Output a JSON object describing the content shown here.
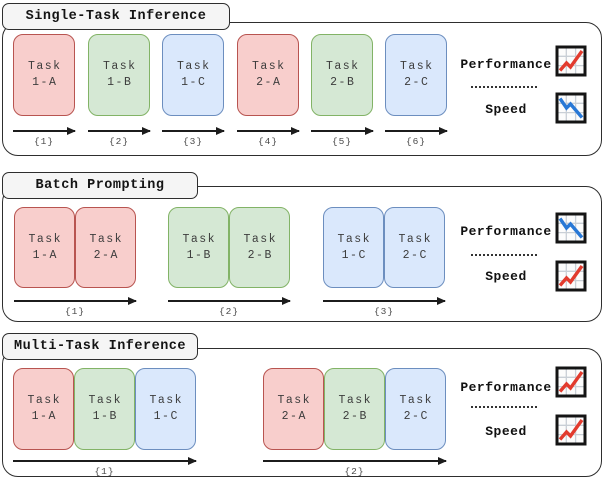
{
  "colors": {
    "red_fill": "#f8cecc",
    "red_stroke": "#b85450",
    "green_fill": "#d5e8d4",
    "green_stroke": "#82b366",
    "blue_fill": "#dae8fc",
    "blue_stroke": "#6c8ebf",
    "panel_border": "#2e2e2e",
    "title_fill": "#f5f5f5",
    "chart_red": "#e23b2e",
    "chart_blue": "#2878d6"
  },
  "panels": [
    {
      "title": "Single-Task Inference",
      "groups": [
        {
          "step": "{1}",
          "tasks": [
            {
              "line1": "Task",
              "line2": "1-A",
              "color": "red"
            }
          ]
        },
        {
          "step": "{2}",
          "tasks": [
            {
              "line1": "Task",
              "line2": "1-B",
              "color": "green"
            }
          ]
        },
        {
          "step": "{3}",
          "tasks": [
            {
              "line1": "Task",
              "line2": "1-C",
              "color": "blue"
            }
          ]
        },
        {
          "step": "{4}",
          "tasks": [
            {
              "line1": "Task",
              "line2": "2-A",
              "color": "red"
            }
          ]
        },
        {
          "step": "{5}",
          "tasks": [
            {
              "line1": "Task",
              "line2": "2-B",
              "color": "green"
            }
          ]
        },
        {
          "step": "{6}",
          "tasks": [
            {
              "line1": "Task",
              "line2": "2-C",
              "color": "blue"
            }
          ]
        }
      ],
      "metrics": {
        "performance_label": "Performance",
        "performance_icon": "chart-increasing-red",
        "speed_label": "Speed",
        "speed_icon": "chart-decreasing-blue"
      }
    },
    {
      "title": "Batch Prompting",
      "groups": [
        {
          "step": "{1}",
          "tasks": [
            {
              "line1": "Task",
              "line2": "1-A",
              "color": "red"
            },
            {
              "line1": "Task",
              "line2": "2-A",
              "color": "red"
            }
          ]
        },
        {
          "step": "{2}",
          "tasks": [
            {
              "line1": "Task",
              "line2": "1-B",
              "color": "green"
            },
            {
              "line1": "Task",
              "line2": "2-B",
              "color": "green"
            }
          ]
        },
        {
          "step": "{3}",
          "tasks": [
            {
              "line1": "Task",
              "line2": "1-C",
              "color": "blue"
            },
            {
              "line1": "Task",
              "line2": "2-C",
              "color": "blue"
            }
          ]
        }
      ],
      "metrics": {
        "performance_label": "Performance",
        "performance_icon": "chart-decreasing-blue",
        "speed_label": "Speed",
        "speed_icon": "chart-increasing-red"
      }
    },
    {
      "title": "Multi-Task Inference",
      "groups": [
        {
          "step": "{1}",
          "tasks": [
            {
              "line1": "Task",
              "line2": "1-A",
              "color": "red"
            },
            {
              "line1": "Task",
              "line2": "1-B",
              "color": "green"
            },
            {
              "line1": "Task",
              "line2": "1-C",
              "color": "blue"
            }
          ]
        },
        {
          "step": "{2}",
          "tasks": [
            {
              "line1": "Task",
              "line2": "2-A",
              "color": "red"
            },
            {
              "line1": "Task",
              "line2": "2-B",
              "color": "green"
            },
            {
              "line1": "Task",
              "line2": "2-C",
              "color": "blue"
            }
          ]
        }
      ],
      "metrics": {
        "performance_label": "Performance",
        "performance_icon": "chart-increasing-red",
        "speed_label": "Speed",
        "speed_icon": "chart-increasing-red"
      }
    }
  ]
}
